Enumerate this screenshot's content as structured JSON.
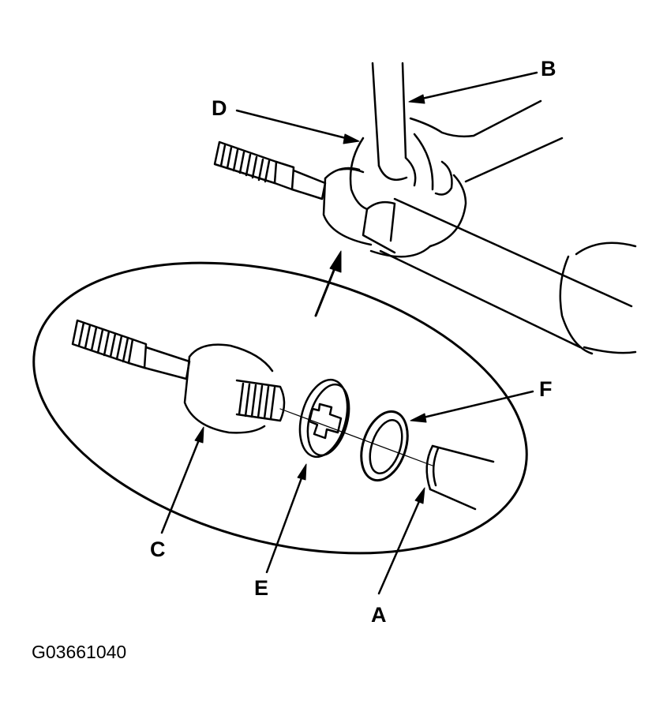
{
  "labels": {
    "a": "A",
    "b": "B",
    "c": "C",
    "d": "D",
    "e": "E",
    "f": "F"
  },
  "figure_code": "G03661040",
  "parts": [
    "rack",
    "wrench",
    "tie-rod-end",
    "lock-washer",
    "stop-washer",
    "rack-end"
  ]
}
